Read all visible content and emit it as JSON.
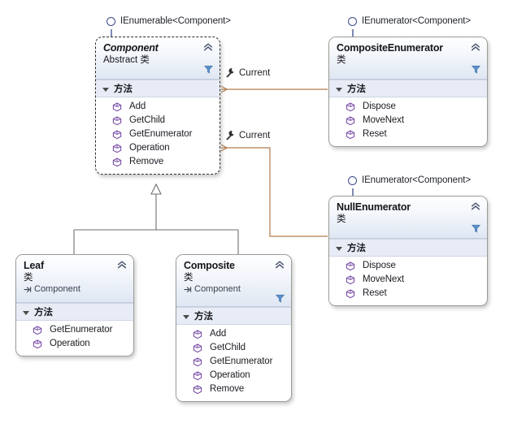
{
  "diagram": {
    "kind": "uml-class-diagram",
    "background": "#ffffff",
    "colors": {
      "association": "#b07a4a",
      "inheritance": "#6f6f6f",
      "header_gradient_end": "#dfe7f3",
      "section_header": "#e8ecf6",
      "member_icon": "#7b4ea8",
      "interface_circle": "#3b4a8c",
      "box_border": "#9b9b94"
    }
  },
  "interfaces": [
    {
      "id": "ienumerable-component",
      "label": "IEnumerable<Component>"
    },
    {
      "id": "ienumerator-composite",
      "label": "IEnumerator<Component>"
    },
    {
      "id": "ienumerator-null",
      "label": "IEnumerator<Component>"
    }
  ],
  "classes": [
    {
      "id": "component",
      "name": "Component",
      "abstract": true,
      "selected": true,
      "stereotype": "Abstract 类",
      "base": null,
      "has_filter": true,
      "section_label": "方法",
      "members": [
        "Add",
        "GetChild",
        "GetEnumerator",
        "Operation",
        "Remove"
      ]
    },
    {
      "id": "composite-enumerator",
      "name": "CompositeEnumerator",
      "abstract": false,
      "selected": false,
      "stereotype": "类",
      "base": null,
      "has_filter": true,
      "section_label": "方法",
      "members": [
        "Dispose",
        "MoveNext",
        "Reset"
      ]
    },
    {
      "id": "null-enumerator",
      "name": "NullEnumerator",
      "abstract": false,
      "selected": false,
      "stereotype": "类",
      "base": null,
      "has_filter": true,
      "section_label": "方法",
      "members": [
        "Dispose",
        "MoveNext",
        "Reset"
      ]
    },
    {
      "id": "leaf",
      "name": "Leaf",
      "abstract": false,
      "selected": false,
      "stereotype": "类",
      "base": "Component",
      "has_filter": false,
      "section_label": "方法",
      "members": [
        "GetEnumerator",
        "Operation"
      ]
    },
    {
      "id": "composite",
      "name": "Composite",
      "abstract": false,
      "selected": false,
      "stereotype": "类",
      "base": "Component",
      "has_filter": true,
      "section_label": "方法",
      "members": [
        "Add",
        "GetChild",
        "GetEnumerator",
        "Operation",
        "Remove"
      ]
    }
  ],
  "associations": [
    {
      "id": "assoc-current-1",
      "label": "Current",
      "from": "composite-enumerator",
      "to": "component"
    },
    {
      "id": "assoc-current-2",
      "label": "Current",
      "from": "null-enumerator",
      "to": "component"
    }
  ],
  "generalizations": [
    {
      "from": "leaf",
      "to": "component"
    },
    {
      "from": "composite",
      "to": "component"
    }
  ]
}
